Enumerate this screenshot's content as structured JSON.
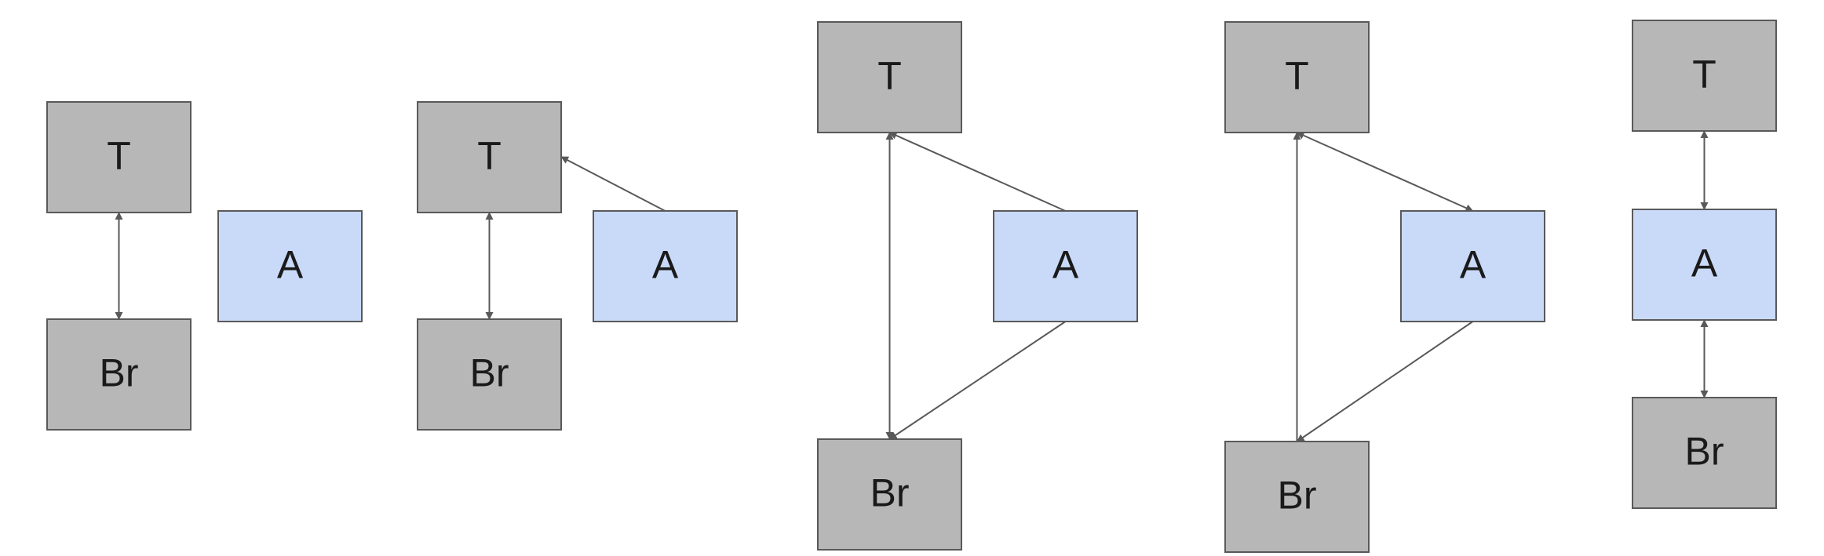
{
  "colors": {
    "gray_node": "#b7b7b7",
    "blue_node": "#c9daf8",
    "stroke": "#595959",
    "text": "#1a1a1a"
  },
  "diagrams": [
    {
      "nodes": [
        {
          "id": "T",
          "label": "T",
          "kind": "gray"
        },
        {
          "id": "A",
          "label": "A",
          "kind": "blue"
        },
        {
          "id": "Br",
          "label": "Br",
          "kind": "gray"
        }
      ],
      "edges": [
        {
          "from": "T",
          "to": "Br",
          "direction": "both"
        }
      ]
    },
    {
      "nodes": [
        {
          "id": "T",
          "label": "T",
          "kind": "gray"
        },
        {
          "id": "A",
          "label": "A",
          "kind": "blue"
        },
        {
          "id": "Br",
          "label": "Br",
          "kind": "gray"
        }
      ],
      "edges": [
        {
          "from": "T",
          "to": "Br",
          "direction": "both"
        },
        {
          "from": "A",
          "to": "T",
          "direction": "forward"
        }
      ]
    },
    {
      "nodes": [
        {
          "id": "T",
          "label": "T",
          "kind": "gray"
        },
        {
          "id": "A",
          "label": "A",
          "kind": "blue"
        },
        {
          "id": "Br",
          "label": "Br",
          "kind": "gray"
        }
      ],
      "edges": [
        {
          "from": "T",
          "to": "Br",
          "direction": "both"
        },
        {
          "from": "A",
          "to": "T",
          "direction": "forward"
        },
        {
          "from": "A",
          "to": "Br",
          "direction": "forward"
        }
      ]
    },
    {
      "nodes": [
        {
          "id": "T",
          "label": "T",
          "kind": "gray"
        },
        {
          "id": "A",
          "label": "A",
          "kind": "blue"
        },
        {
          "id": "Br",
          "label": "Br",
          "kind": "gray"
        }
      ],
      "edges": [
        {
          "from": "Br",
          "to": "T",
          "direction": "forward"
        },
        {
          "from": "T",
          "to": "A",
          "direction": "both"
        },
        {
          "from": "A",
          "to": "Br",
          "direction": "forward"
        }
      ]
    },
    {
      "nodes": [
        {
          "id": "T",
          "label": "T",
          "kind": "gray"
        },
        {
          "id": "A",
          "label": "A",
          "kind": "blue"
        },
        {
          "id": "Br",
          "label": "Br",
          "kind": "gray"
        }
      ],
      "edges": [
        {
          "from": "T",
          "to": "A",
          "direction": "both"
        },
        {
          "from": "A",
          "to": "Br",
          "direction": "both"
        }
      ]
    }
  ]
}
